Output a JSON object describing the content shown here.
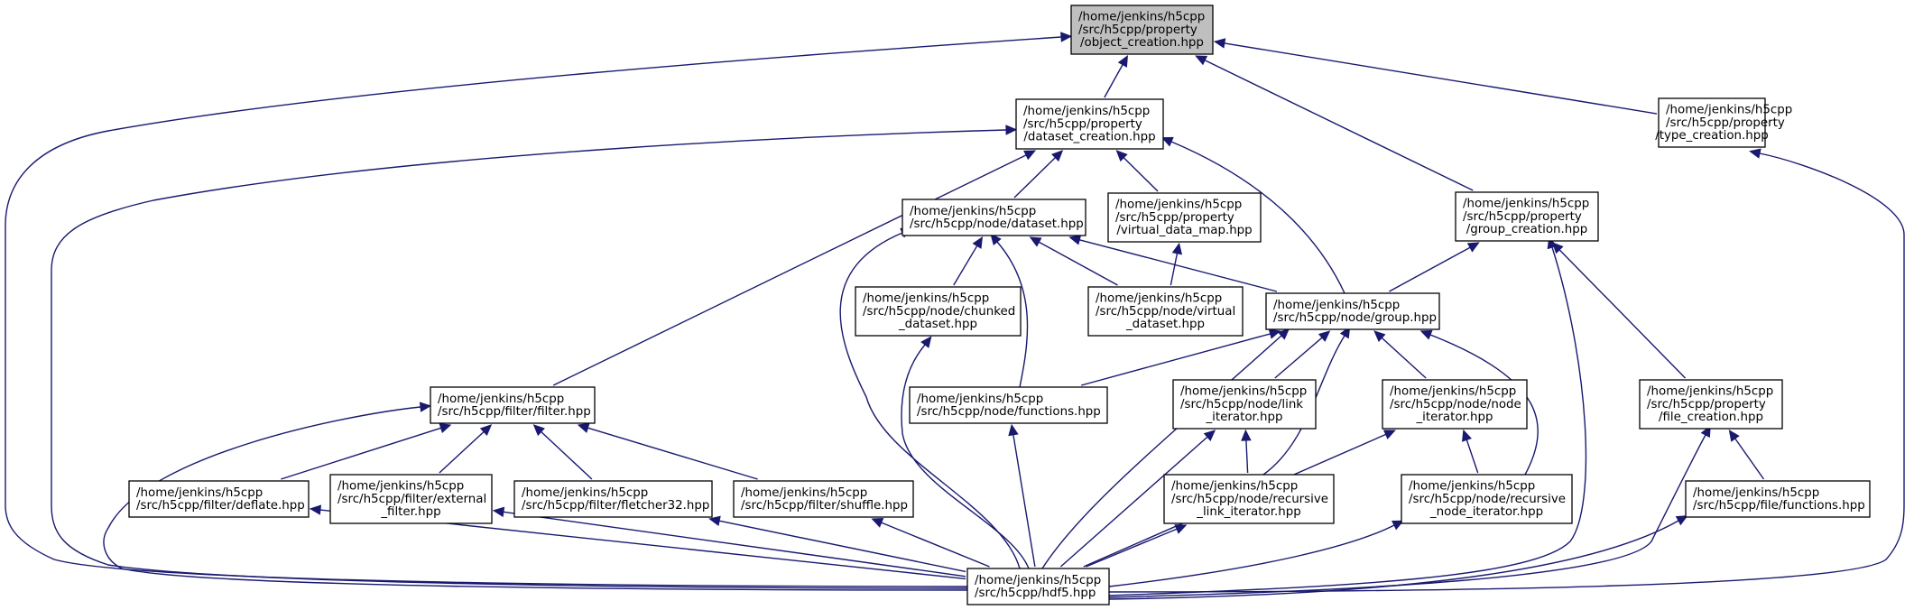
{
  "diagram": {
    "type": "include-dependency-graph",
    "colors": {
      "edge": "#191970",
      "root_fill": "#bfbfbf",
      "node_fill": "#ffffff",
      "border": "#000000"
    },
    "nodes": [
      {
        "id": "object_creation",
        "lines": [
          "/home/jenkins/h5cpp",
          "/src/h5cpp/property",
          "/object_creation.hpp"
        ],
        "root": true
      },
      {
        "id": "dataset_creation",
        "lines": [
          "/home/jenkins/h5cpp",
          "/src/h5cpp/property",
          "/dataset_creation.hpp"
        ]
      },
      {
        "id": "type_creation",
        "lines": [
          "/home/jenkins/h5cpp",
          "/src/h5cpp/property",
          "/type_creation.hpp"
        ]
      },
      {
        "id": "node_dataset",
        "lines": [
          "/home/jenkins/h5cpp",
          "/src/h5cpp/node/dataset.hpp"
        ]
      },
      {
        "id": "virtual_data_map",
        "lines": [
          "/home/jenkins/h5cpp",
          "/src/h5cpp/property",
          "/virtual_data_map.hpp"
        ]
      },
      {
        "id": "group_creation",
        "lines": [
          "/home/jenkins/h5cpp",
          "/src/h5cpp/property",
          "/group_creation.hpp"
        ]
      },
      {
        "id": "chunked_dataset",
        "lines": [
          "/home/jenkins/h5cpp",
          "/src/h5cpp/node/chunked",
          "_dataset.hpp"
        ]
      },
      {
        "id": "virtual_dataset",
        "lines": [
          "/home/jenkins/h5cpp",
          "/src/h5cpp/node/virtual",
          "_dataset.hpp"
        ]
      },
      {
        "id": "node_group",
        "lines": [
          "/home/jenkins/h5cpp",
          "/src/h5cpp/node/group.hpp"
        ]
      },
      {
        "id": "filter",
        "lines": [
          "/home/jenkins/h5cpp",
          "/src/h5cpp/filter/filter.hpp"
        ]
      },
      {
        "id": "node_functions",
        "lines": [
          "/home/jenkins/h5cpp",
          "/src/h5cpp/node/functions.hpp"
        ]
      },
      {
        "id": "link_iterator",
        "lines": [
          "/home/jenkins/h5cpp",
          "/src/h5cpp/node/link",
          "_iterator.hpp"
        ]
      },
      {
        "id": "node_iterator",
        "lines": [
          "/home/jenkins/h5cpp",
          "/src/h5cpp/node/node",
          "_iterator.hpp"
        ]
      },
      {
        "id": "file_creation",
        "lines": [
          "/home/jenkins/h5cpp",
          "/src/h5cpp/property",
          "/file_creation.hpp"
        ]
      },
      {
        "id": "deflate",
        "lines": [
          "/home/jenkins/h5cpp",
          "/src/h5cpp/filter/deflate.hpp"
        ]
      },
      {
        "id": "external_filter",
        "lines": [
          "/home/jenkins/h5cpp",
          "/src/h5cpp/filter/external",
          "_filter.hpp"
        ]
      },
      {
        "id": "fletcher32",
        "lines": [
          "/home/jenkins/h5cpp",
          "/src/h5cpp/filter/fletcher32.hpp"
        ]
      },
      {
        "id": "shuffle",
        "lines": [
          "/home/jenkins/h5cpp",
          "/src/h5cpp/filter/shuffle.hpp"
        ]
      },
      {
        "id": "recursive_link_iterator",
        "lines": [
          "/home/jenkins/h5cpp",
          "/src/h5cpp/node/recursive",
          "_link_iterator.hpp"
        ]
      },
      {
        "id": "recursive_node_iterator",
        "lines": [
          "/home/jenkins/h5cpp",
          "/src/h5cpp/node/recursive",
          "_node_iterator.hpp"
        ]
      },
      {
        "id": "file_functions",
        "lines": [
          "/home/jenkins/h5cpp",
          "/src/h5cpp/file/functions.hpp"
        ]
      },
      {
        "id": "hdf5",
        "lines": [
          "/home/jenkins/h5cpp",
          "/src/h5cpp/hdf5.hpp"
        ]
      }
    ],
    "edges": [
      {
        "from": "dataset_creation",
        "to": "object_creation"
      },
      {
        "from": "group_creation",
        "to": "object_creation"
      },
      {
        "from": "type_creation",
        "to": "object_creation"
      },
      {
        "from": "hdf5",
        "to": "object_creation"
      },
      {
        "from": "node_dataset",
        "to": "dataset_creation"
      },
      {
        "from": "virtual_data_map",
        "to": "dataset_creation"
      },
      {
        "from": "node_group",
        "to": "dataset_creation"
      },
      {
        "from": "filter",
        "to": "dataset_creation"
      },
      {
        "from": "hdf5",
        "to": "dataset_creation"
      },
      {
        "from": "hdf5",
        "to": "type_creation"
      },
      {
        "from": "chunked_dataset",
        "to": "node_dataset"
      },
      {
        "from": "virtual_dataset",
        "to": "node_dataset"
      },
      {
        "from": "node_group",
        "to": "node_dataset"
      },
      {
        "from": "node_functions",
        "to": "node_dataset"
      },
      {
        "from": "hdf5",
        "to": "node_dataset"
      },
      {
        "from": "virtual_dataset",
        "to": "virtual_data_map"
      },
      {
        "from": "node_group",
        "to": "group_creation"
      },
      {
        "from": "file_creation",
        "to": "group_creation"
      },
      {
        "from": "hdf5",
        "to": "group_creation"
      },
      {
        "from": "hdf5",
        "to": "chunked_dataset"
      },
      {
        "from": "node_functions",
        "to": "node_group"
      },
      {
        "from": "link_iterator",
        "to": "node_group"
      },
      {
        "from": "node_iterator",
        "to": "node_group"
      },
      {
        "from": "recursive_link_iterator",
        "to": "node_group"
      },
      {
        "from": "recursive_node_iterator",
        "to": "node_group"
      },
      {
        "from": "hdf5",
        "to": "node_group"
      },
      {
        "from": "deflate",
        "to": "filter"
      },
      {
        "from": "external_filter",
        "to": "filter"
      },
      {
        "from": "fletcher32",
        "to": "filter"
      },
      {
        "from": "shuffle",
        "to": "filter"
      },
      {
        "from": "hdf5",
        "to": "filter"
      },
      {
        "from": "hdf5",
        "to": "node_functions"
      },
      {
        "from": "recursive_link_iterator",
        "to": "link_iterator"
      },
      {
        "from": "hdf5",
        "to": "link_iterator"
      },
      {
        "from": "recursive_node_iterator",
        "to": "node_iterator"
      },
      {
        "from": "hdf5",
        "to": "node_iterator"
      },
      {
        "from": "file_functions",
        "to": "file_creation"
      },
      {
        "from": "hdf5",
        "to": "file_creation"
      },
      {
        "from": "hdf5",
        "to": "deflate"
      },
      {
        "from": "hdf5",
        "to": "external_filter"
      },
      {
        "from": "hdf5",
        "to": "fletcher32"
      },
      {
        "from": "hdf5",
        "to": "shuffle"
      },
      {
        "from": "hdf5",
        "to": "recursive_link_iterator"
      },
      {
        "from": "hdf5",
        "to": "recursive_node_iterator"
      },
      {
        "from": "hdf5",
        "to": "file_functions"
      }
    ]
  }
}
